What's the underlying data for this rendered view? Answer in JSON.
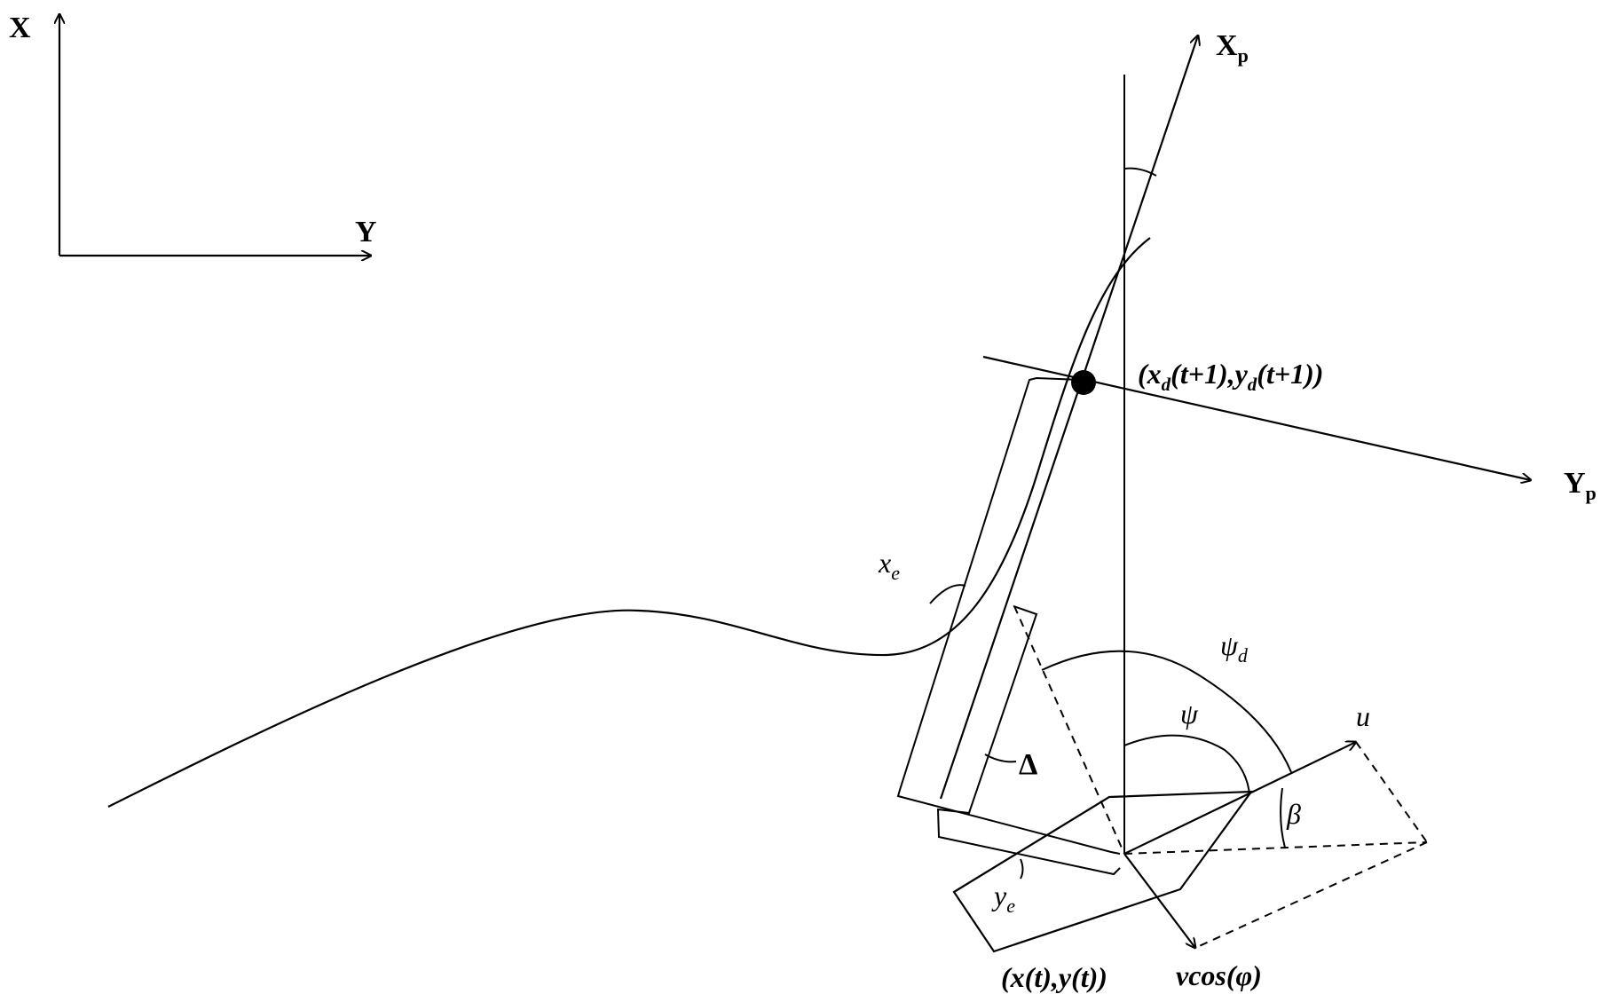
{
  "axes": {
    "x_label": "X",
    "y_label": "Y",
    "xp_label": "X",
    "xp_sub": "p",
    "yp_label": "Y",
    "yp_sub": "p"
  },
  "labels": {
    "target_point": "(x_d(t+1),y_d(t+1))",
    "target_point_parts": {
      "open": "(",
      "x": "x",
      "d1": "d",
      "t1": "(t+1),",
      "y": "y",
      "d2": "d",
      "t2": "(t+1))"
    },
    "current_point": "(x(t),y(t))",
    "x_error": "x",
    "x_error_sub": "e",
    "y_error": "y",
    "y_error_sub": "e",
    "lookahead": "Δ",
    "desired_heading": "ψ",
    "desired_heading_sub": "d",
    "heading": "ψ",
    "sideslip": "β",
    "surge": "u",
    "velocity_component": "vcos(φ)"
  },
  "colors": {
    "stroke": "#000000",
    "background": "#ffffff"
  }
}
